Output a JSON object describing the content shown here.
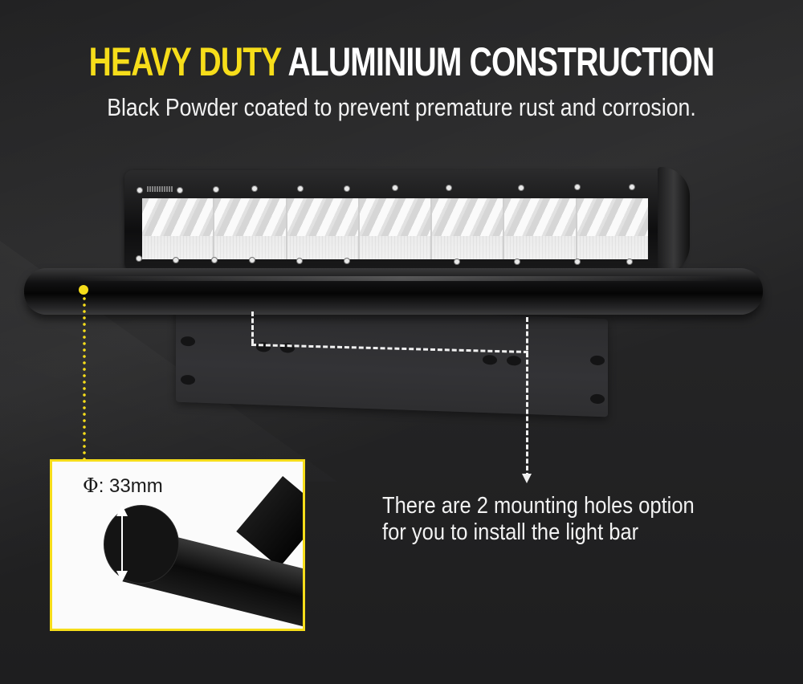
{
  "headline": {
    "highlight": "HEAVY DUTY",
    "rest": "ALUMINIUM CONSTRUCTION",
    "highlight_color": "#f6dd1a",
    "text_color": "#ffffff"
  },
  "subheadline": "Black Powder coated to prevent premature rust and corrosion.",
  "product": {
    "light_bar": {
      "led_modules": 7,
      "name": "light-bar"
    },
    "mount_tube": {
      "name": "mounting-tube"
    },
    "plate": {
      "name": "number-plate-bracket"
    }
  },
  "callouts": {
    "diameter": {
      "symbol": "Φ",
      "label": ": 33mm",
      "border_color": "#f6dd1a"
    },
    "mounting_note": {
      "line1": "There are 2 mounting holes option",
      "line2": "for you to install the light bar"
    }
  },
  "colors": {
    "background": "#1f1f20",
    "accent_yellow": "#f6dd1a",
    "text": "#f2f2f2"
  }
}
